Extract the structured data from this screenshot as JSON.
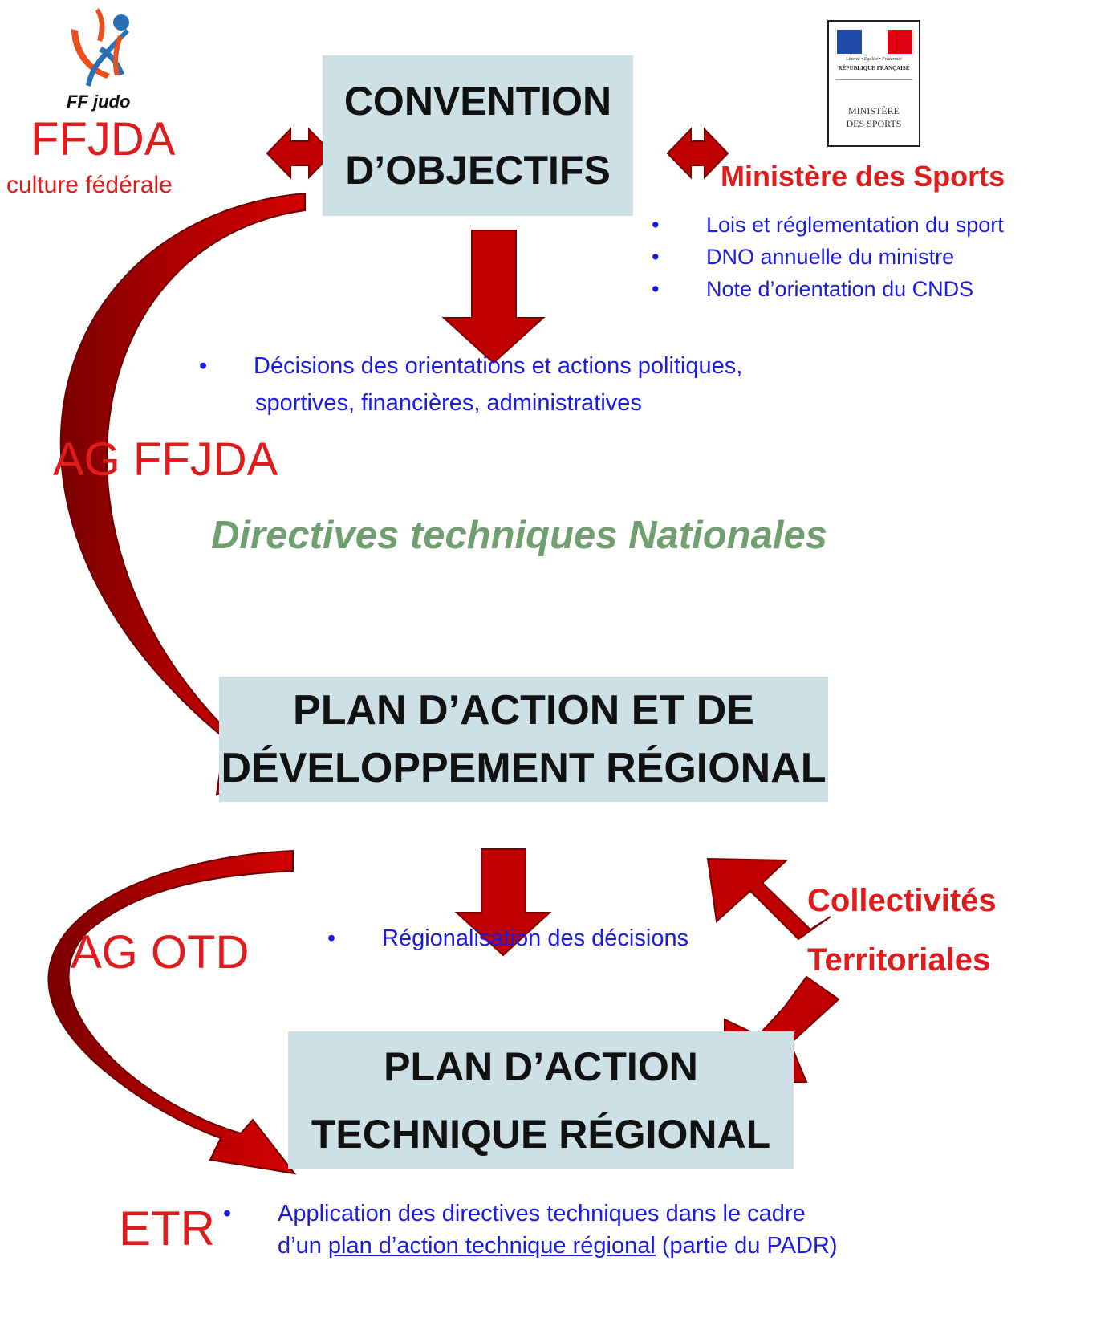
{
  "ffjda_logo": {
    "caption": "FF judo"
  },
  "ffjda": {
    "title": "FFJDA",
    "subtitle": "culture fédérale"
  },
  "ministry_logo": {
    "motto": "Liberté • Égalité • Fraternité",
    "republic": "RÉPUBLIQUE FRANÇAISE",
    "ministry_line1": "MINISTÈRE",
    "ministry_line2": "DES SPORTS"
  },
  "ministry": {
    "title": "Ministère des Sports",
    "bullets": [
      "Lois et réglementation du sport",
      "DNO annuelle du ministre",
      "Note d’orientation du CNDS"
    ]
  },
  "convention": {
    "line1": "CONVENTION",
    "line2": "D’OBJECTIFS"
  },
  "decisions": {
    "line1": "Décisions des orientations et actions politiques,",
    "line2": "sportives, financières, administratives"
  },
  "ag_ffjda": "AG FFJDA",
  "directives": "Directives techniques Nationales",
  "padr": {
    "line1": "PLAN D’ACTION ET DE",
    "line2": "DÉVELOPPEMENT RÉGIONAL"
  },
  "regionalisation": "Régionalisation des décisions",
  "ag_otd": "AG OTD",
  "collectivites": {
    "line1": "Collectivités",
    "line2": "Territoriales"
  },
  "patr": {
    "line1": "PLAN D’ACTION",
    "line2": "TECHNIQUE RÉGIONAL"
  },
  "etr": {
    "label": "ETR",
    "line1": "Application des directives techniques dans le cadre",
    "line2_prefix": "d’un ",
    "line2_link": "plan d’action technique régional",
    "line2_suffix": " (partie du PADR)"
  },
  "colors": {
    "box_fill": "#cde0e6",
    "arrow_red": "#c00000",
    "arrow_dark": "#7a0000",
    "label_red": "#e01b1b",
    "text_blue": "#1a1ae0",
    "directives_green": "#6f9e6f"
  }
}
